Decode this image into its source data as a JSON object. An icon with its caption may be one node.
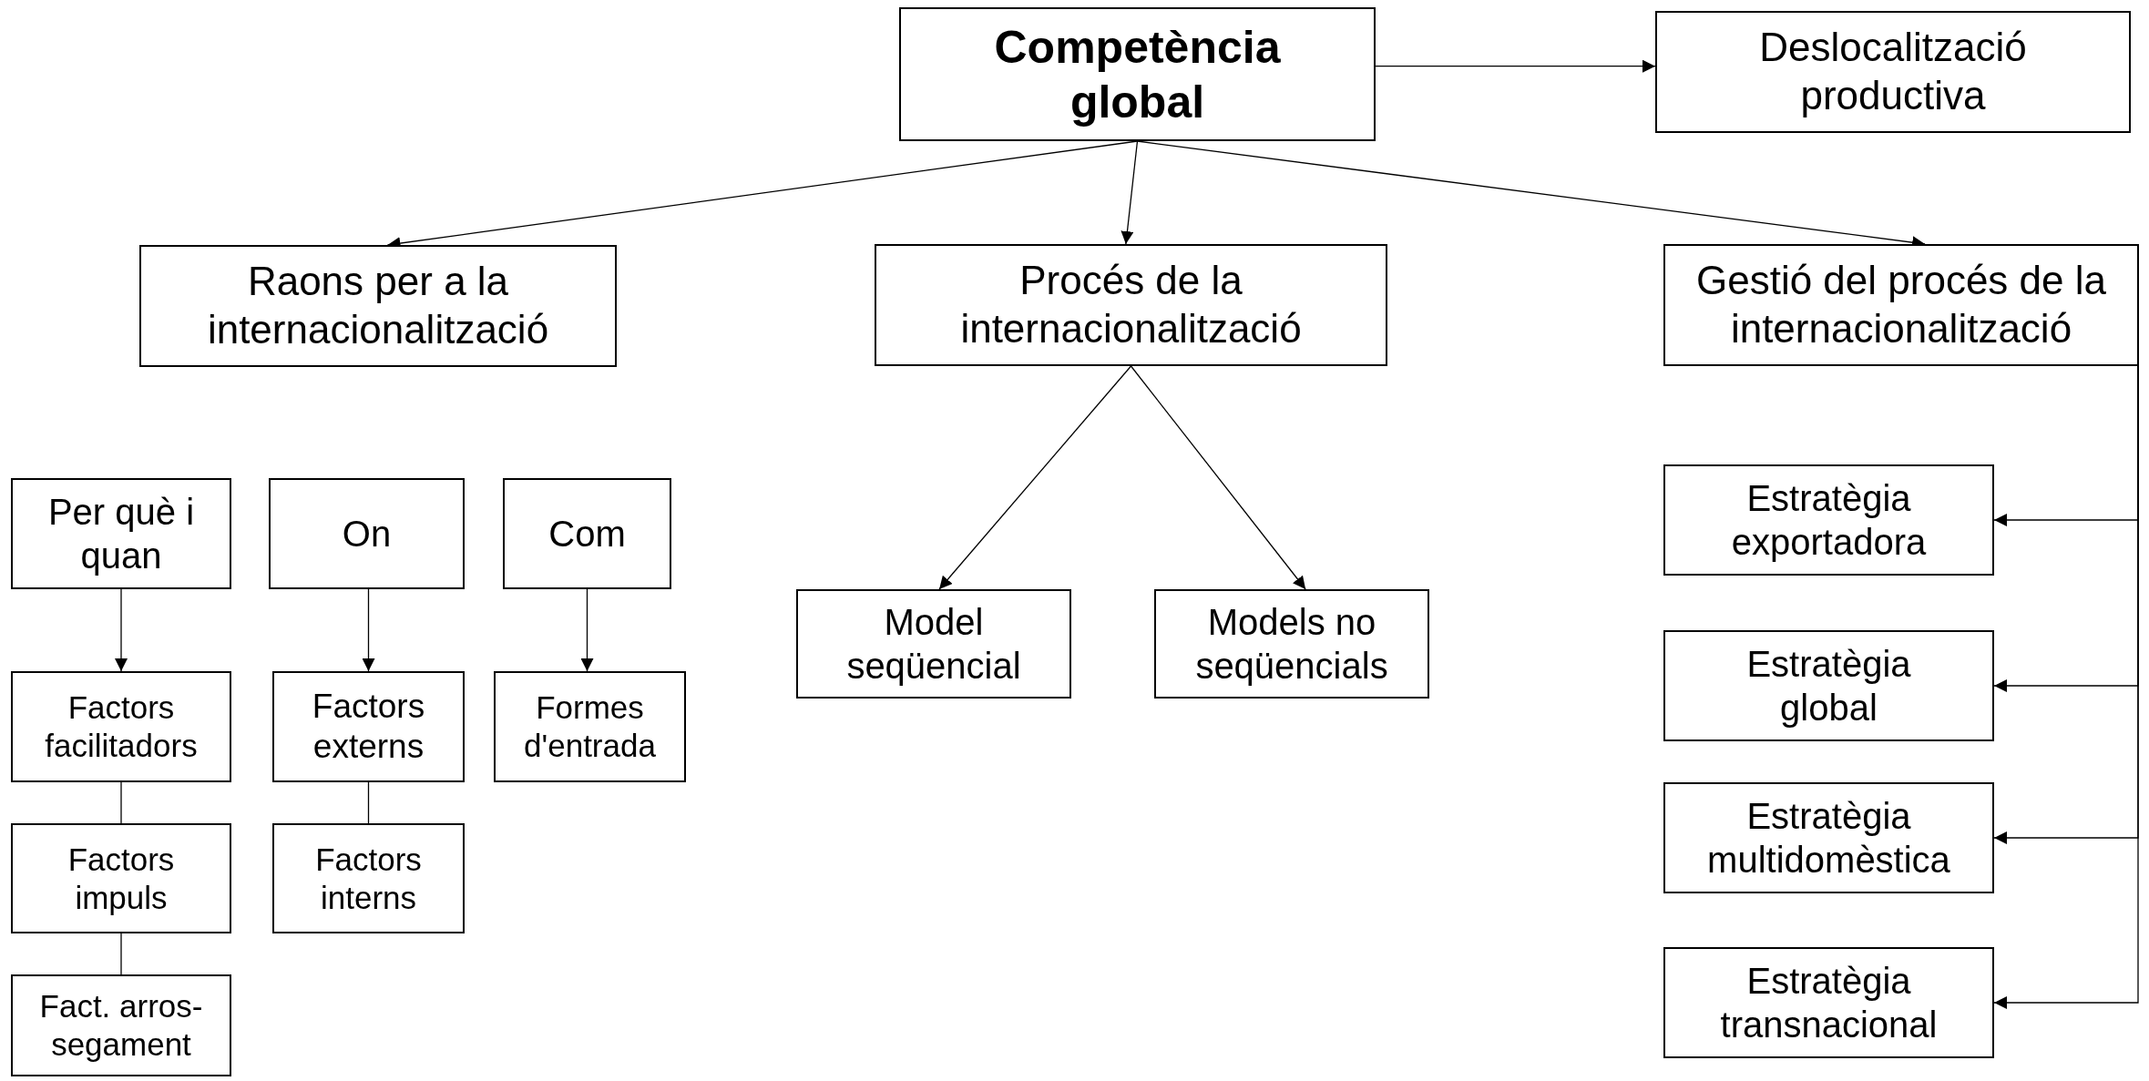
{
  "diagram": {
    "nodes": [
      {
        "text": [
          "Competència global"
        ]
      },
      {
        "text": [
          "Deslocalització productiva"
        ]
      },
      {
        "text": [
          "Raons per a la internacionalització"
        ]
      },
      {
        "text": [
          "Procés de la internacionalització"
        ]
      },
      {
        "text": [
          "Gestió del procés de la internacionalització"
        ]
      },
      {
        "text": [
          "Per què i quan"
        ]
      },
      {
        "text": [
          "On"
        ]
      },
      {
        "text": [
          "Com"
        ]
      },
      {
        "text": [
          "Factors facilitadors"
        ]
      },
      {
        "text": [
          "Factors impuls"
        ]
      },
      {
        "text": [
          "Fact. arros-segament"
        ]
      },
      {
        "text": [
          "Factors externs"
        ]
      },
      {
        "text": [
          "Factors interns"
        ]
      },
      {
        "text": [
          "Formes d'entrada"
        ]
      },
      {
        "text": [
          "Model seqüencial"
        ]
      },
      {
        "text": [
          "Models no seqüencials"
        ]
      },
      {
        "text": [
          "Estratègia exportadora"
        ]
      },
      {
        "text": [
          "Estratègia global"
        ]
      },
      {
        "text": [
          "Estratègia multidomèstica"
        ]
      },
      {
        "text": [
          "Estratègia transnacional"
        ]
      }
    ],
    "edges": [
      {
        "from": 0,
        "to": 1,
        "arrow": "to"
      },
      {
        "from": 0,
        "to": 2,
        "arrow": "to"
      },
      {
        "from": 0,
        "to": 3,
        "arrow": "to"
      },
      {
        "from": 0,
        "to": 4,
        "arrow": "to"
      },
      {
        "from": 3,
        "to": 14,
        "arrow": "to"
      },
      {
        "from": 3,
        "to": 15,
        "arrow": "to"
      },
      {
        "from": 5,
        "to": 8,
        "arrow": "to"
      },
      {
        "from": 6,
        "to": 11,
        "arrow": "to"
      },
      {
        "from": 7,
        "to": 13,
        "arrow": "to"
      },
      {
        "from": 8,
        "to": 9,
        "arrow": "none"
      },
      {
        "from": 9,
        "to": 10,
        "arrow": "none"
      },
      {
        "from": 11,
        "to": 12,
        "arrow": "none"
      },
      {
        "from": 4,
        "to": 16,
        "arrow": "to"
      },
      {
        "from": 4,
        "to": 17,
        "arrow": "to"
      },
      {
        "from": 4,
        "to": 18,
        "arrow": "to"
      },
      {
        "from": 4,
        "to": 19,
        "arrow": "to"
      }
    ]
  }
}
